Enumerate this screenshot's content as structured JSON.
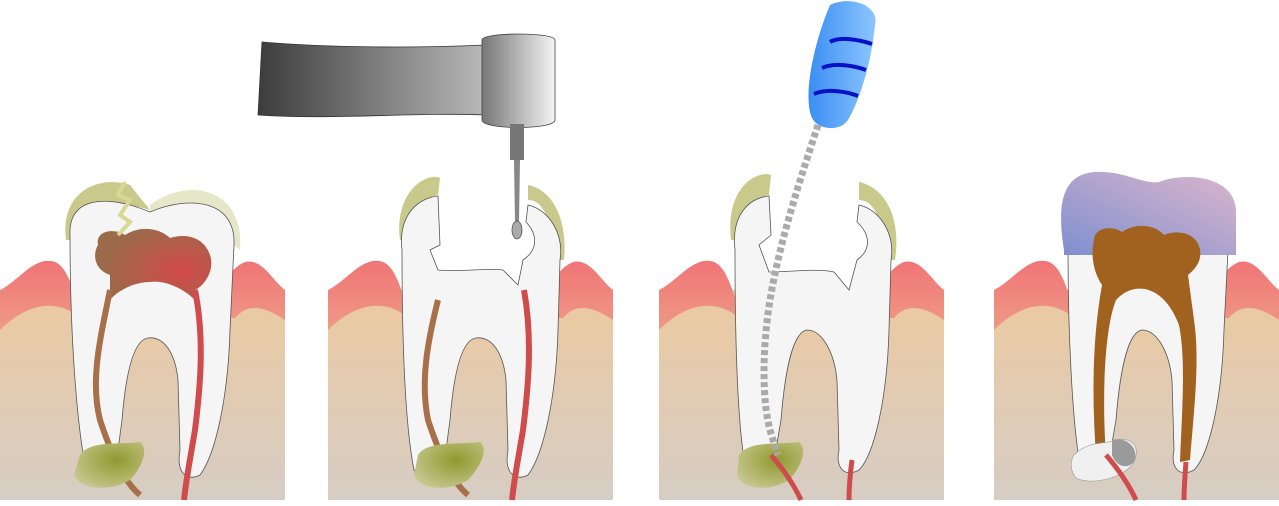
{
  "colors": {
    "gum": "#ef7f7d",
    "bone_top": "#ecc9a0",
    "bone_bottom": "#d6cdc4",
    "enamel": "#c9c98c",
    "dentin": "#ffffff",
    "pulp": "#d04c4c",
    "decay": "#9a9a3a",
    "filling": "#a0621e",
    "crown_left": "#8a95d0",
    "crown_right": "#d6b2cc",
    "file_handle": "#4aa0f5",
    "file_bands": "#0a10c8",
    "drill": "#555555"
  },
  "steps": [
    {
      "id": "decayed-tooth"
    },
    {
      "id": "drilling"
    },
    {
      "id": "cleaning-canal"
    },
    {
      "id": "filled-and-crowned"
    }
  ]
}
